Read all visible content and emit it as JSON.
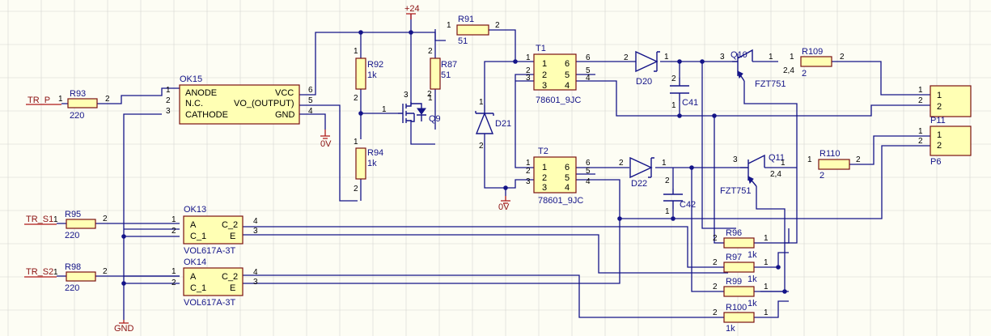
{
  "nets": {
    "tr_p": "TR_P",
    "tr_s1": "TR_S1",
    "tr_s2": "TR_S2",
    "v24": "+24",
    "ov": "0V",
    "gnd": "GND"
  },
  "pins": {
    "p1": "1",
    "p2": "2",
    "p3": "3",
    "p4": "4",
    "p5": "5",
    "p6": "6"
  },
  "components": {
    "r93": {
      "ref": "R93",
      "value": "220"
    },
    "r95": {
      "ref": "R95",
      "value": "220"
    },
    "r98": {
      "ref": "R98",
      "value": "220"
    },
    "r92": {
      "ref": "R92",
      "value": "1k"
    },
    "r94": {
      "ref": "R94",
      "value": "1k"
    },
    "r87": {
      "ref": "R87",
      "value": "51"
    },
    "r91": {
      "ref": "R91",
      "value": "51"
    },
    "r109": {
      "ref": "R109",
      "value": "2"
    },
    "r110": {
      "ref": "R110",
      "value": "2"
    },
    "r96": {
      "ref": "R96",
      "value": "1k"
    },
    "r97": {
      "ref": "R97",
      "value": "1k"
    },
    "r99": {
      "ref": "R99",
      "value": "1k"
    },
    "r100": {
      "ref": "R100",
      "value": "1k"
    },
    "ok15": {
      "ref": "OK15",
      "pin_anode": "ANODE",
      "pin_nc": "N.C.",
      "pin_cathode": "CATHODE",
      "pin_vcc": "VCC",
      "pin_vo": "VO_(OUTPUT)",
      "pin_gnd": "GND"
    },
    "ok13": {
      "ref": "OK13",
      "value": "VOL617A-3T",
      "pin_a": "A",
      "pin_c1": "C_1",
      "pin_c2": "C_2",
      "pin_e": "E"
    },
    "ok14": {
      "ref": "OK14",
      "value": "VOL617A-3T",
      "pin_a": "A",
      "pin_c1": "C_1",
      "pin_c2": "C_2",
      "pin_e": "E"
    },
    "q9": {
      "ref": "Q9"
    },
    "d21": {
      "ref": "D21"
    },
    "d20": {
      "ref": "D20"
    },
    "d22": {
      "ref": "D22"
    },
    "t1": {
      "ref": "T1",
      "value": "78601_9JC"
    },
    "t2": {
      "ref": "T2",
      "value": "78601_9JC"
    },
    "c41": {
      "ref": "C41"
    },
    "c42": {
      "ref": "C42"
    },
    "q10": {
      "ref": "Q10",
      "value": "FZT751",
      "note": "2,4"
    },
    "q11": {
      "ref": "Q11",
      "value": "FZT751",
      "note": "2,4"
    },
    "p11": {
      "ref": "P11"
    },
    "p6": {
      "ref": "P6"
    }
  },
  "colors": {
    "background": "#fdfdf4",
    "wire": "#141488",
    "part_fill": "#ffffb4",
    "part_border": "#7a1010",
    "net_label": "#8b1111"
  }
}
